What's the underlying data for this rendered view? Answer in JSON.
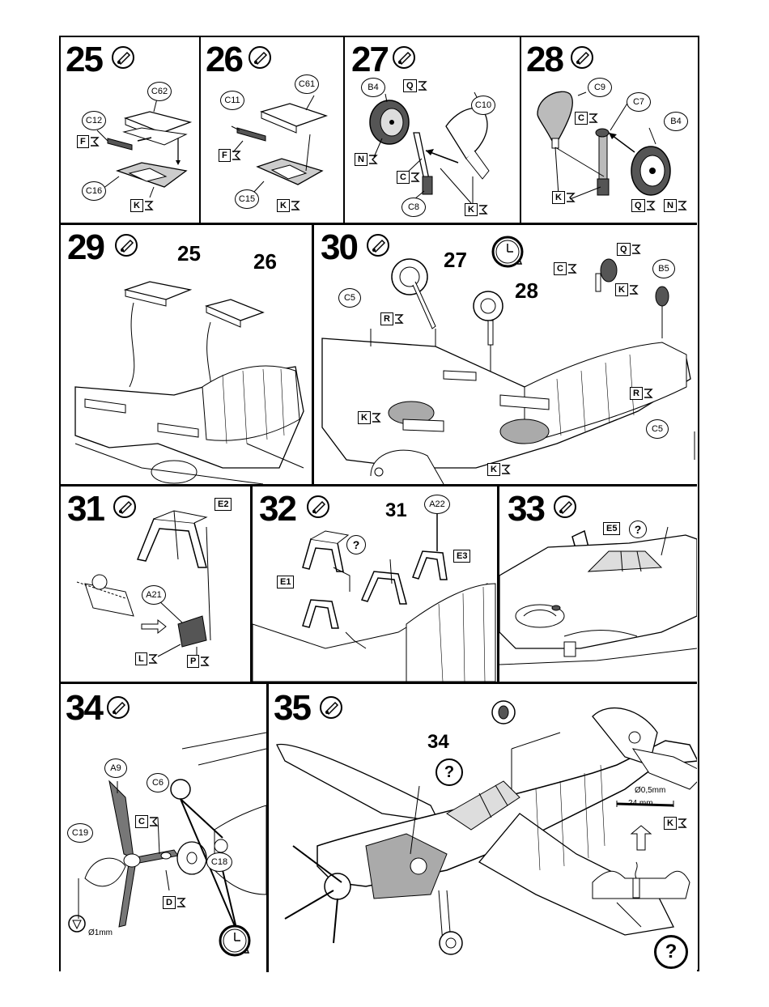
{
  "steps": {
    "s25": {
      "num": "25",
      "labels": {
        "c62": "C62",
        "c12": "C12",
        "c16": "C16"
      },
      "flags": {
        "f": "F",
        "k": "K"
      }
    },
    "s26": {
      "num": "26",
      "labels": {
        "c61": "C61",
        "c11": "C11",
        "c15": "C15"
      },
      "flags": {
        "f": "F",
        "k": "K"
      }
    },
    "s27": {
      "num": "27",
      "labels": {
        "b4": "B4",
        "c10": "C10",
        "c8": "C8"
      },
      "flags": {
        "q": "Q",
        "n": "N",
        "c": "C",
        "k": "K"
      }
    },
    "s28": {
      "num": "28",
      "labels": {
        "c9": "C9",
        "c7": "C7",
        "b4": "B4"
      },
      "flags": {
        "c": "C",
        "k": "K",
        "q": "Q",
        "n": "N"
      }
    },
    "s29": {
      "num": "29",
      "refs": {
        "a": "25",
        "b": "26"
      }
    },
    "s30": {
      "num": "30",
      "refs": {
        "a": "27",
        "b": "28"
      },
      "labels": {
        "c5a": "C5",
        "b5": "B5",
        "c5b": "C5"
      },
      "flags": {
        "q": "Q",
        "c": "C",
        "k1": "K",
        "r1": "R",
        "k2": "K",
        "r2": "R",
        "k3": "K"
      }
    },
    "s31": {
      "num": "31",
      "labels": {
        "e2": "E2",
        "a21": "A21"
      },
      "flags": {
        "l": "L",
        "p": "P"
      }
    },
    "s32": {
      "num": "32",
      "refs": {
        "a": "31"
      },
      "labels": {
        "a22": "A22",
        "e3": "E3",
        "e1": "E1",
        "q": "?"
      }
    },
    "s33": {
      "num": "33",
      "labels": {
        "e5": "E5",
        "q": "?"
      }
    },
    "s34": {
      "num": "34",
      "labels": {
        "a9": "A9",
        "c6": "C6",
        "c19": "C19",
        "c18": "C18",
        "diam": "Ø1mm"
      },
      "flags": {
        "c": "C",
        "d": "D"
      }
    },
    "s35": {
      "num": "35",
      "refs": {
        "a": "34"
      },
      "labels": {
        "diam": "Ø0,5mm",
        "len": "24 mm",
        "q": "?"
      },
      "flags": {
        "k": "K"
      }
    }
  }
}
